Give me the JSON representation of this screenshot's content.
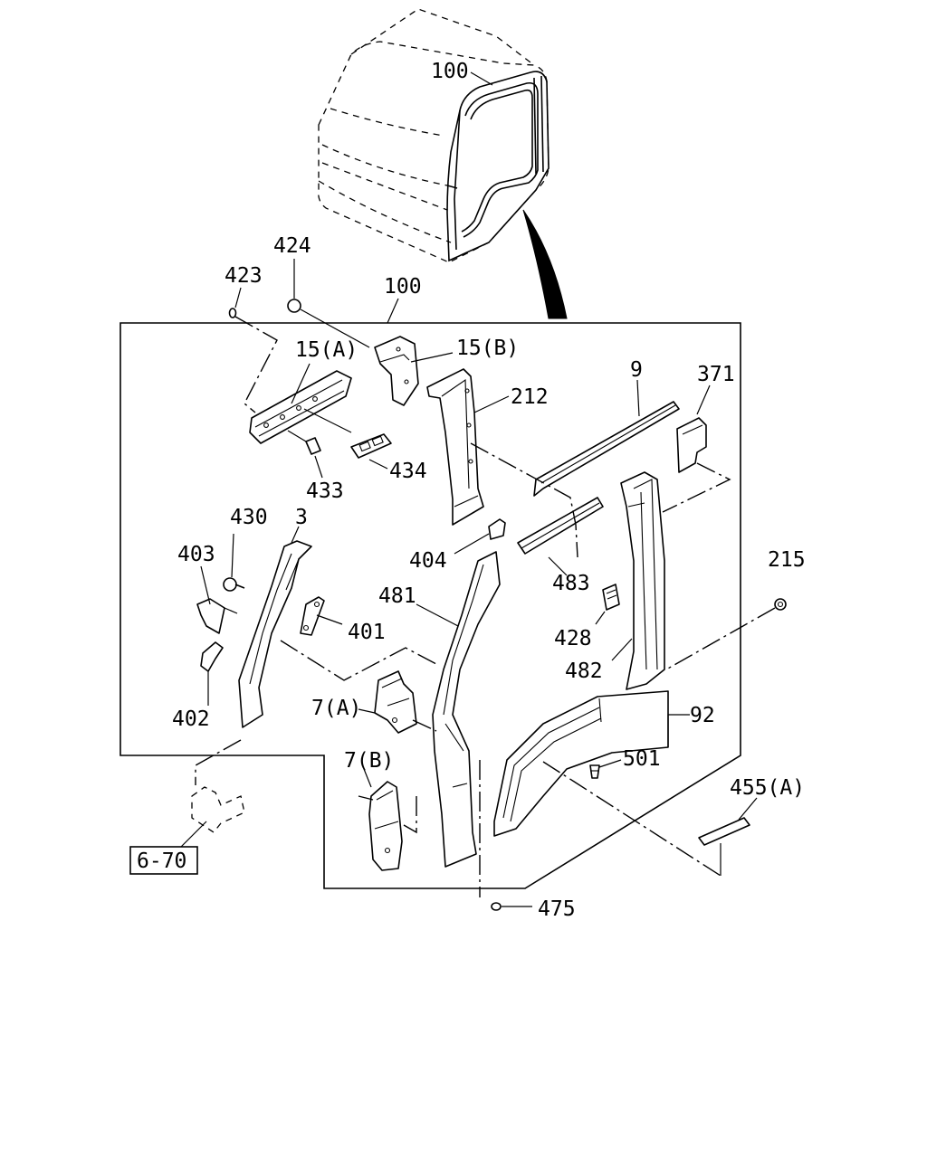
{
  "labels": {
    "cab_100": "100",
    "frame_100": "100",
    "p424": "424",
    "p423": "423",
    "p15a": "15(A)",
    "p15b": "15(B)",
    "p212": "212",
    "p9": "9",
    "p371": "371",
    "p433": "433",
    "p434": "434",
    "p430": "430",
    "p3": "3",
    "p403": "403",
    "p401": "401",
    "p402": "402",
    "p404": "404",
    "p481": "481",
    "p483": "483",
    "p215": "215",
    "p428": "428",
    "p482": "482",
    "p7a": "7(A)",
    "p92": "92",
    "p501": "501",
    "p7b": "7(B)",
    "p455a": "455(A)",
    "p670": "6-70",
    "p475": "475"
  }
}
